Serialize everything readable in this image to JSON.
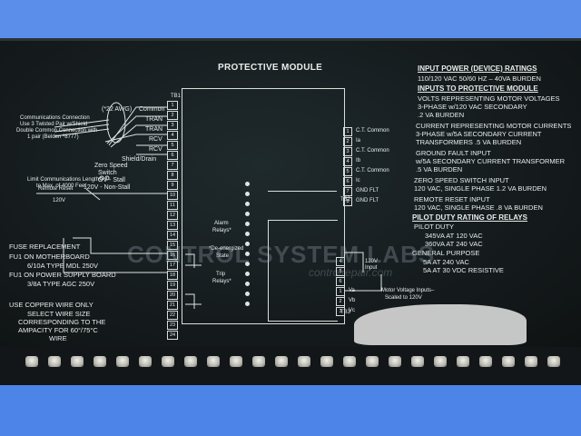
{
  "panel": {
    "title": "PROTECTIVE MODULE",
    "tb1_label": "TB1",
    "tb2_label": "TB2",
    "tb3_label": "TB3",
    "wire_gauge": "(*22 AWG)",
    "comm_connection": [
      "Communications Connection",
      "Use 3 Twisted Pair w/Shield",
      "Double Common Connection with",
      "1 pair (Belden ª8777)"
    ],
    "limit_comm": [
      "Limit Communications Length",
      "to Max. of 4000 Feet"
    ],
    "terminal_labels": [
      "Common",
      "TRAN",
      "TRAN",
      "RCV",
      "RCV",
      "Shield/Drain"
    ],
    "zero_speed": [
      "Zero Speed",
      "Switch",
      "OV - Stall",
      "120V - Non-Stall"
    ],
    "remote_reset": "Remote Reset",
    "voltage_120": "120V",
    "alarm_relays": [
      "Alarm",
      "Relays*"
    ],
    "de_energized": [
      "*De-energized",
      "State"
    ],
    "trip_relays": [
      "Trip",
      "Relays*"
    ],
    "right_terminals": [
      "C.T. Common",
      "Ia",
      "C.T. Common",
      "Ib",
      "C.T. Common",
      "Ic",
      "GND FLT",
      "GND FLT"
    ],
    "input_120v": [
      "120V",
      "Input"
    ],
    "va_vb_vc": [
      "Va",
      "Vb",
      "Vc"
    ],
    "motor_voltage_inputs": [
      "Motor Voltage Inputs–",
      "Scaled to 120V"
    ],
    "tb1_numbers": [
      "1",
      "2",
      "3",
      "4",
      "5",
      "6",
      "7",
      "8",
      "9",
      "10",
      "11",
      "12",
      "13",
      "14",
      "15",
      "16",
      "17",
      "18",
      "19",
      "20",
      "21",
      "22",
      "23",
      "24"
    ],
    "right_numbers_top": [
      "1",
      "2",
      "3",
      "4",
      "5",
      "6",
      "7",
      "8"
    ],
    "right_numbers_bottom": [
      "4",
      "5",
      "6",
      "1",
      "2",
      "3"
    ]
  },
  "specs": {
    "input_power_heading": "INPUT POWER (DEVICE) RATINGS",
    "input_power": "110/120 VAC 50/60 HZ – 40VA BURDEN",
    "inputs_heading": "INPUTS TO PROTECTIVE MODULE",
    "volts_lines": [
      "VOLTS REPRESENTING MOTOR VOLTAGES",
      "3-PHASE w/120 VAC SECONDARY",
      ".2 VA BURDEN"
    ],
    "current_lines": [
      "CURRENT REPRESENTING MOTOR CURRENTS",
      "3-PHASE w/5A SECONDARY CURRENT",
      "TRANSFORMERS .5 VA BURDEN"
    ],
    "ground_lines": [
      "GROUND FAULT INPUT",
      "w/5A SECONDARY CURRENT TRANSFORMER",
      ".5 VA BURDEN"
    ],
    "zero_lines": [
      "ZERO SPEED SWITCH INPUT",
      "120 VAC, SINGLE PHASE 1.2 VA BURDEN"
    ],
    "remote_lines": [
      "REMOTE RESET INPUT",
      "120 VAC, SINGLE PHASE .8 VA BURDEN"
    ],
    "relay_heading": "PILOT DUTY RATING OF RELAYS",
    "pilot_lines": [
      "PILOT DUTY",
      "345VA AT 120 VAC",
      "360VA AT 240 VAC"
    ],
    "general_lines": [
      "GENERAL PURPOSE",
      "5A AT 240 VAC",
      "5A AT 30 VDC RESISTIVE"
    ]
  },
  "fuse": {
    "heading": "FUSE REPLACEMENT",
    "lines": [
      "FU1 ON MOTHERBOARD",
      "6/10A TYPE MDL 250V",
      "FU1 ON POWER SUPPLY BOARD",
      "3/8A TYPE AGC 250V"
    ],
    "wire_lines": [
      "USE COPPER WIRE ONLY",
      "SELECT WIRE SIZE",
      "CORRESPONDING TO THE",
      "AMPACITY FOR 60°/75°C",
      "WIRE"
    ]
  },
  "watermark": {
    "main": "CONTROL SYSTEM LABS",
    "sub": "controlrepair.com"
  },
  "colors": {
    "panel": "#151b1d",
    "text": "#e8ecea",
    "background": "#4f86e8"
  }
}
